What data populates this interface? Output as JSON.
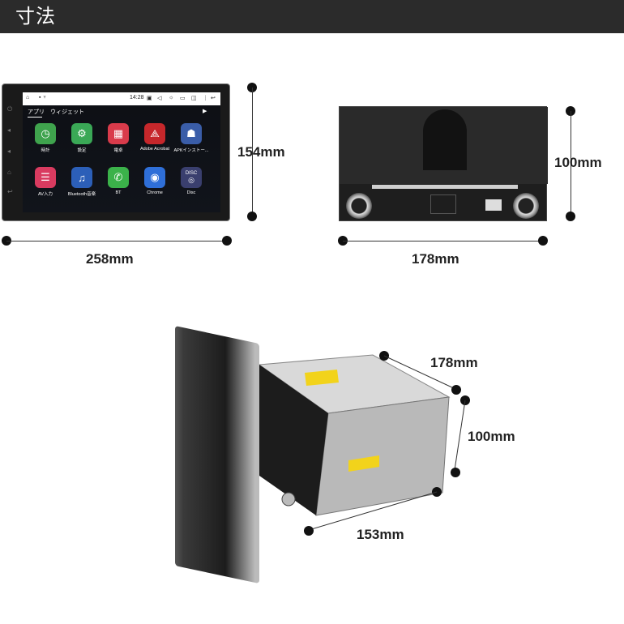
{
  "header": {
    "title": "寸法"
  },
  "dimensions": {
    "front_height": "154mm",
    "front_width": "258mm",
    "rear_height": "100mm",
    "rear_width": "178mm",
    "side_depth_top": "178mm",
    "side_height": "100mm",
    "side_depth_bottom": "153mm"
  },
  "screen": {
    "time": "14:28",
    "tabs": [
      "アプリ",
      "ウィジェット"
    ],
    "apps": [
      {
        "label": "時計",
        "icon": "clock-icon",
        "color": "#3fa34d"
      },
      {
        "label": "設定",
        "icon": "gear-icon",
        "color": "#3aa856"
      },
      {
        "label": "電卓",
        "icon": "calculator-icon",
        "color": "#d93b4b"
      },
      {
        "label": "Adobe Acrobat",
        "icon": "acrobat-icon",
        "color": "#c6272b"
      },
      {
        "label": "APKインストー...",
        "icon": "android-icon",
        "color": "#3a5da8"
      },
      {
        "label": "AV入力",
        "icon": "av-input-icon",
        "color": "#d93b60"
      },
      {
        "label": "Bluetooth音楽",
        "icon": "bluetooth-music-icon",
        "color": "#2c5fb8"
      },
      {
        "label": "BT",
        "icon": "phone-icon",
        "color": "#3bb24a"
      },
      {
        "label": "Chrome",
        "icon": "chrome-icon",
        "color": "#2f6fd8"
      },
      {
        "label": "Disc",
        "icon": "disc-icon",
        "color": "#3a3f6e"
      }
    ],
    "disc_icon_text": "DISC"
  },
  "colors": {
    "header_bg": "#2b2b2b",
    "dim_text": "#222222"
  }
}
